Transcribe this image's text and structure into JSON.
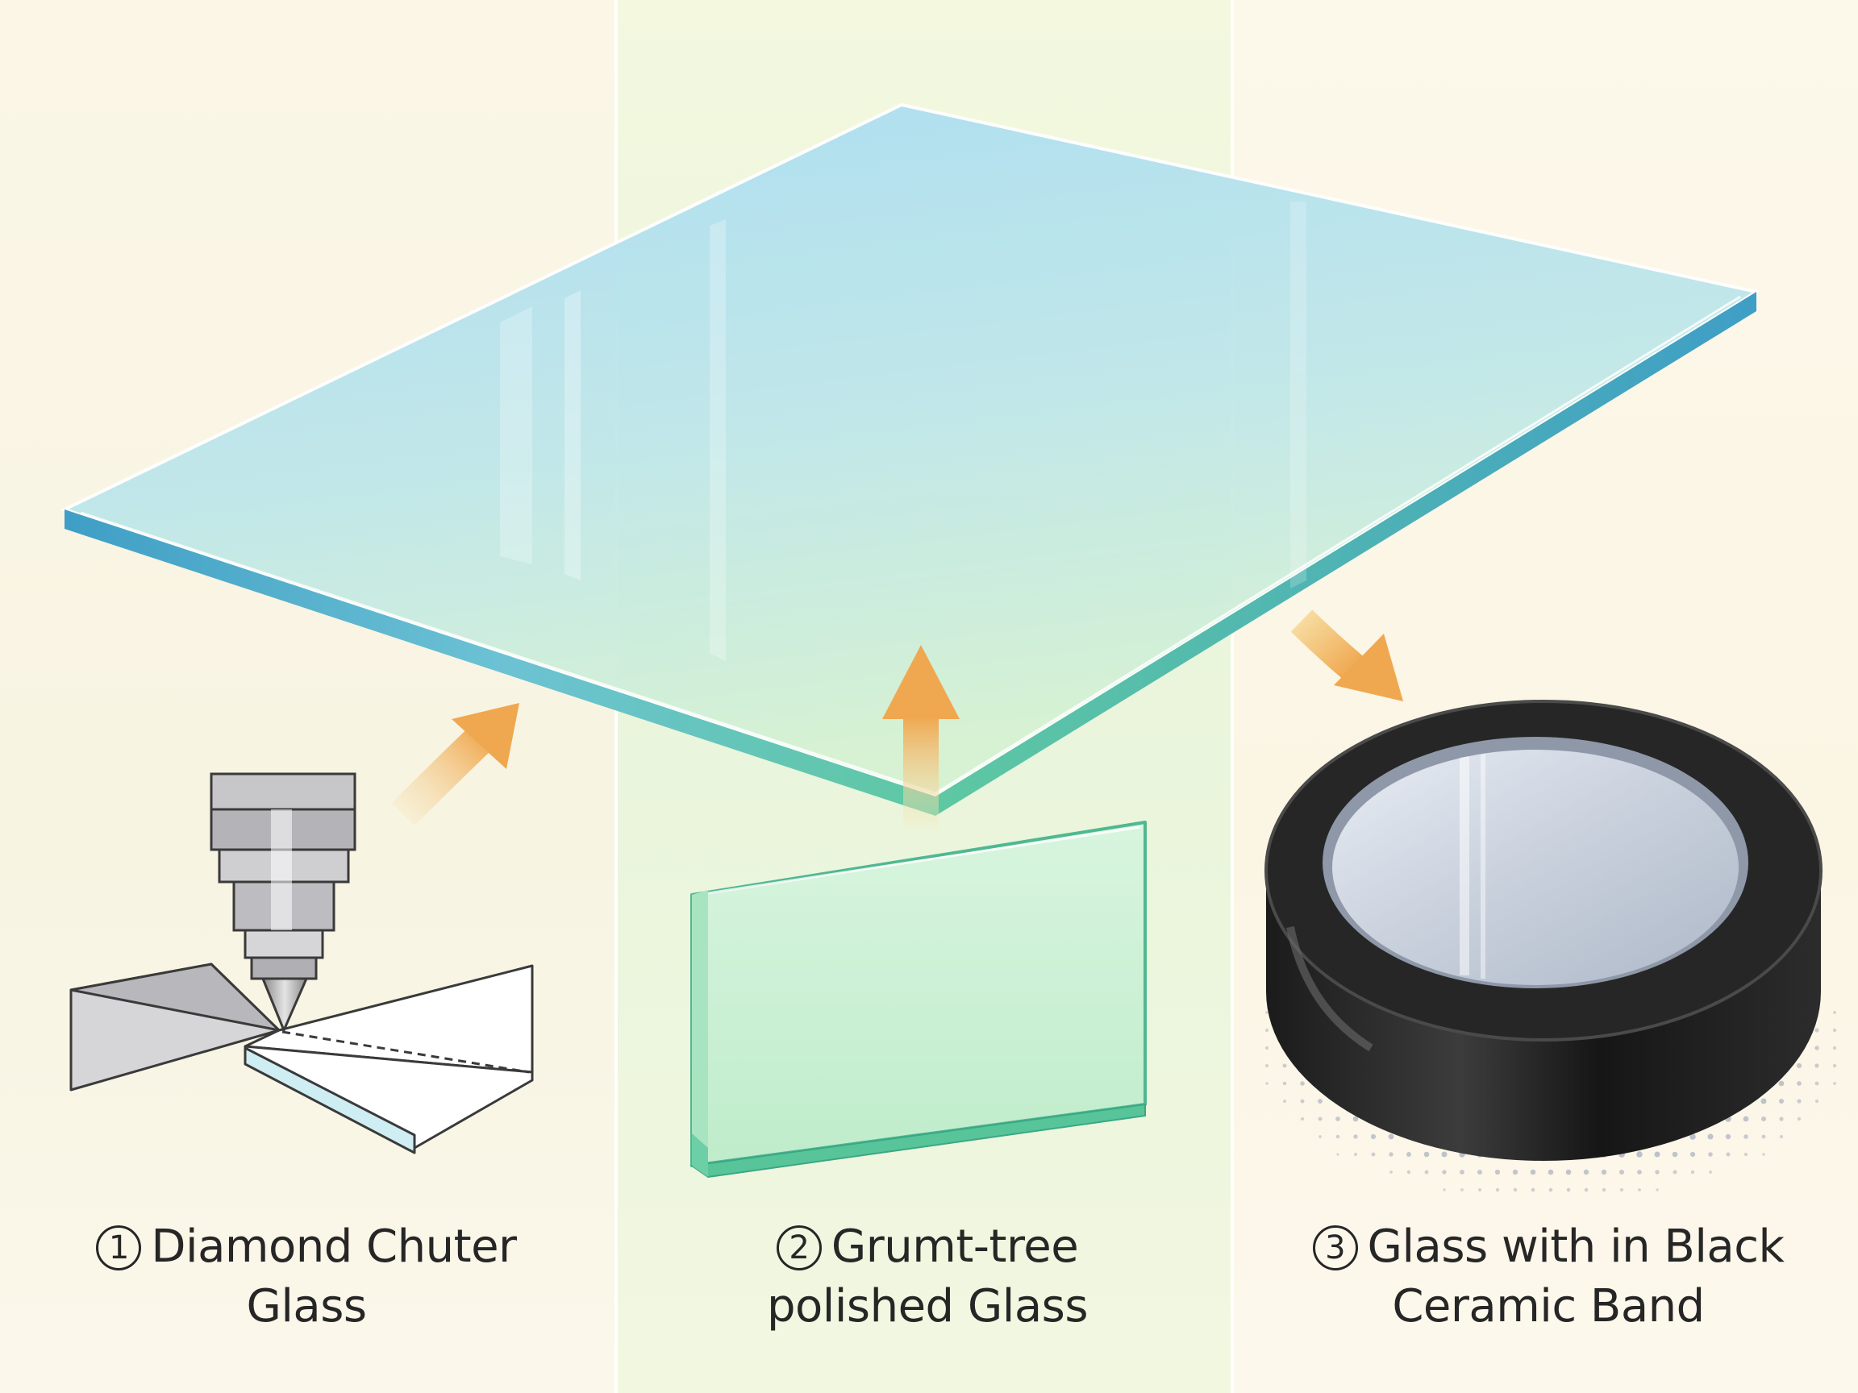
{
  "steps": [
    {
      "number": "1",
      "line1": "Diamond Chuter",
      "line2": "Glass"
    },
    {
      "number": "2",
      "line1": "Grumt-tree",
      "line2": "polished Glass"
    },
    {
      "number": "3",
      "line1": "Glass with in Black",
      "line2": "Ceramic Band"
    }
  ],
  "colors": {
    "glass_top": "#b9e3f4",
    "glass_bottom": "#d9f3d6",
    "glass_edge": "#4aa8c8",
    "glass_edge_green": "#5cc8a0",
    "arrow": "#f0b060",
    "ceramic_band": "#1a1a1a",
    "halftone": "#8a96b0"
  },
  "icons": [
    "diamond-cutter-icon",
    "glass-shard-icon",
    "glass-pane-icon",
    "ceramic-ring-icon",
    "arrow-icon"
  ]
}
